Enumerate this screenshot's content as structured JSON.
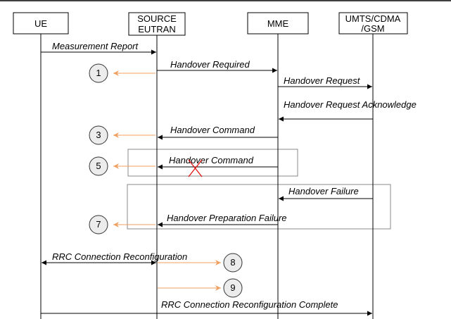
{
  "entities": [
    {
      "id": "ue",
      "lines": [
        "UE"
      ]
    },
    {
      "id": "source-eutran",
      "lines": [
        "SOURCE",
        "EUTRAN"
      ]
    },
    {
      "id": "mme",
      "lines": [
        "MME"
      ]
    },
    {
      "id": "umts-cdma-gsm",
      "lines": [
        "UMTS/CDMA",
        "/GSM"
      ]
    }
  ],
  "messages": [
    {
      "id": "measurement-report",
      "label": "Measurement Report",
      "from": "ue",
      "to": "source-eutran"
    },
    {
      "id": "handover-required",
      "label": "Handover Required",
      "from": "source-eutran",
      "to": "mme"
    },
    {
      "id": "handover-request",
      "label": "Handover Request",
      "from": "mme",
      "to": "umts-cdma-gsm"
    },
    {
      "id": "handover-request-ack",
      "label": "Handover Request Acknowledge",
      "from": "umts-cdma-gsm",
      "to": "mme"
    },
    {
      "id": "handover-command-1",
      "label": "Handover Command",
      "from": "mme",
      "to": "source-eutran"
    },
    {
      "id": "handover-command-2",
      "label": "Handover Command",
      "from": "mme",
      "to": "source-eutran",
      "failed": true
    },
    {
      "id": "handover-failure",
      "label": "Handover Failure",
      "from": "umts-cdma-gsm",
      "to": "mme"
    },
    {
      "id": "handover-preparation-failure",
      "label": "Handover Preparation Failure",
      "from": "mme",
      "to": "source-eutran"
    },
    {
      "id": "rrc-connection-reconfiguration",
      "label": "RRC Connection Reconfiguration",
      "from": "ue",
      "to": "source-eutran",
      "bidirectional": true
    },
    {
      "id": "rrc-connection-reconfiguration-complete",
      "label": "RRC Connection Reconfiguration Complete",
      "from": "ue",
      "to": "umts-cdma-gsm"
    }
  ],
  "steps": [
    "1",
    "3",
    "5",
    "7",
    "8",
    "9"
  ],
  "colors": {
    "line": "#000000",
    "step_arrow": "#f0a060",
    "step_circle_fill": "#ececec",
    "failure_mark": "#e01010",
    "frame": "#888888"
  }
}
